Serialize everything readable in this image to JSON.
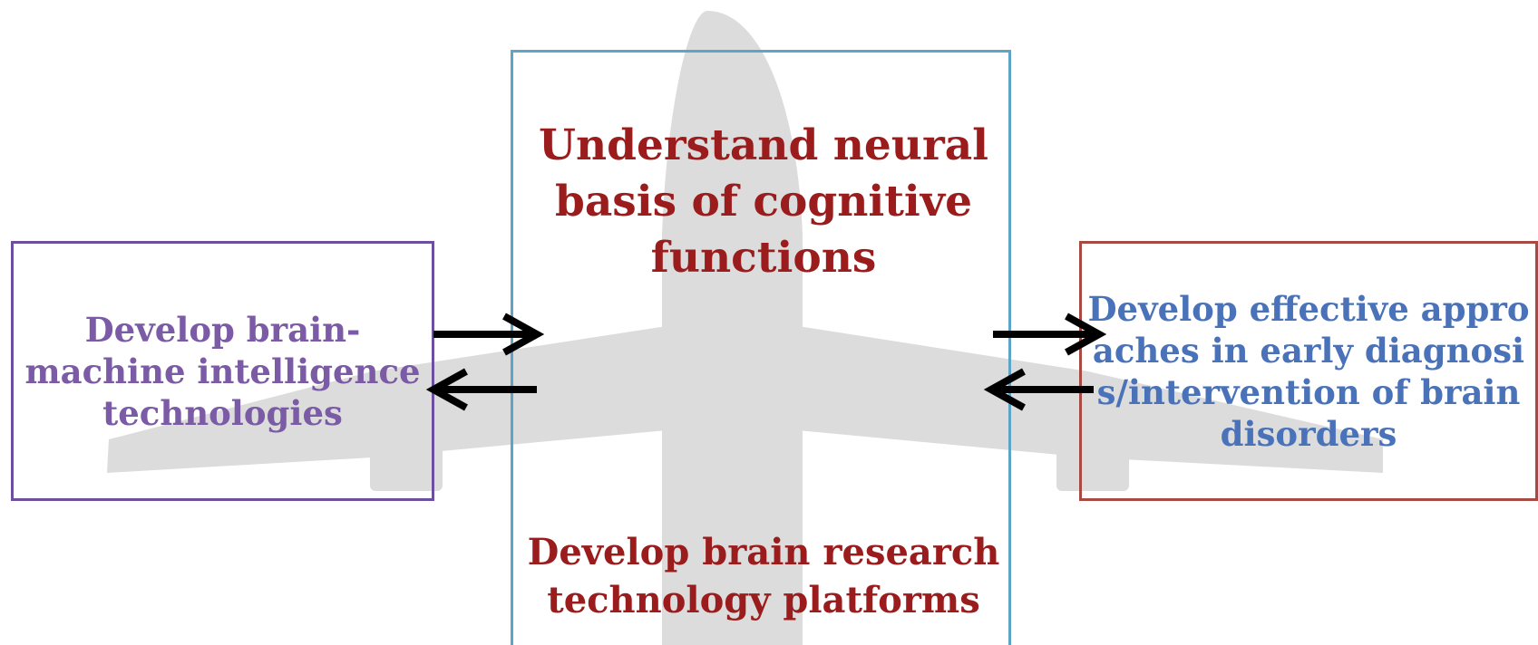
{
  "diagram": {
    "center_title": "Understand neural basis of cognitive functions",
    "center_subtitle": "Develop brain research technology platforms",
    "left_box": "Develop brain-machine intelligence technologies",
    "right_box": "Develop effective approaches in early diagnosis/intervention of brain disorders"
  },
  "colors": {
    "left_border": "#6c4f9e",
    "left_text": "#7b5aa6",
    "center_border": "#5da4c8",
    "center_text": "#9b1c1c",
    "right_border": "#a84a44",
    "right_text": "#4a72b8",
    "airplane": "#dcdcdc",
    "arrows": "#000000"
  },
  "icons": [
    "airplane-silhouette",
    "arrow-right",
    "arrow-left"
  ]
}
